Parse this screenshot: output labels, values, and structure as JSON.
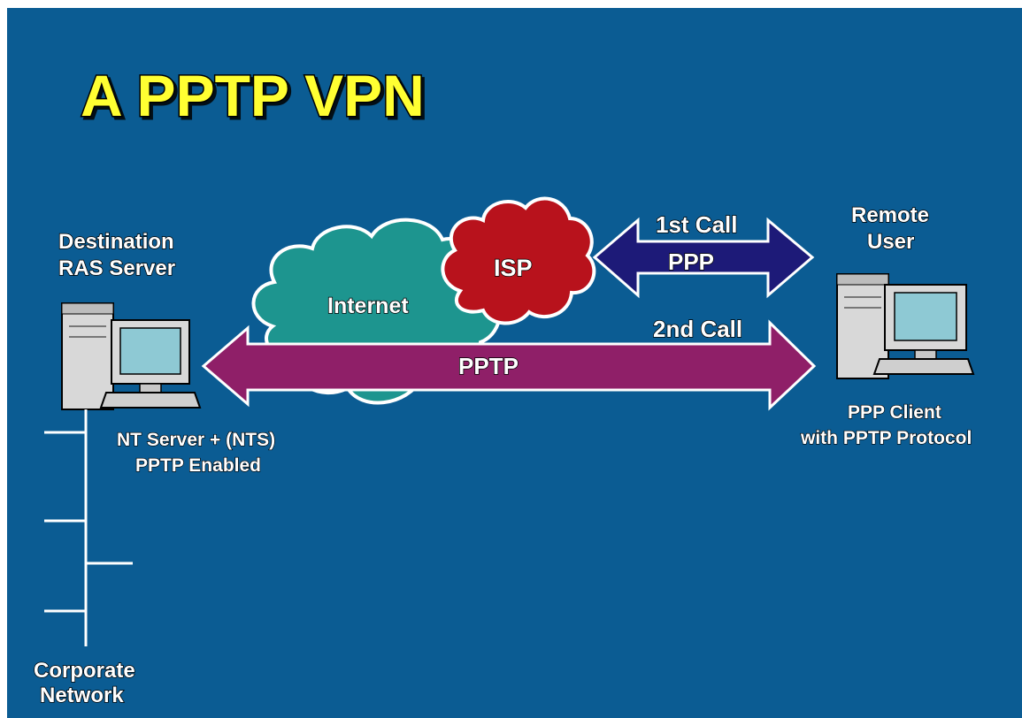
{
  "title": "A PPTP VPN",
  "server": {
    "label_line1": "Destination",
    "label_line2": "RAS Server",
    "caption_line1": "NT Server + (NTS)",
    "caption_line2": "PPTP Enabled"
  },
  "remote": {
    "label_line1": "Remote",
    "label_line2": "User",
    "caption_line1": "PPP Client",
    "caption_line2": "with PPTP Protocol"
  },
  "clouds": {
    "internet": "Internet",
    "isp": "ISP"
  },
  "arrows": {
    "first_call": "1st Call",
    "ppp": "PPP",
    "second_call": "2nd Call",
    "pptp": "PPTP"
  },
  "network": {
    "label_line1": "Corporate",
    "label_line2": "Network"
  },
  "colors": {
    "background": "#0b5c93",
    "title": "#ffff33",
    "internet_cloud": "#1d958f",
    "isp_cloud": "#b8121c",
    "ppp_arrow": "#1d1a78",
    "pptp_arrow": "#8f1f68"
  },
  "icons": [
    "server-computer-icon",
    "remote-computer-icon",
    "internet-cloud-icon",
    "isp-cloud-icon"
  ]
}
